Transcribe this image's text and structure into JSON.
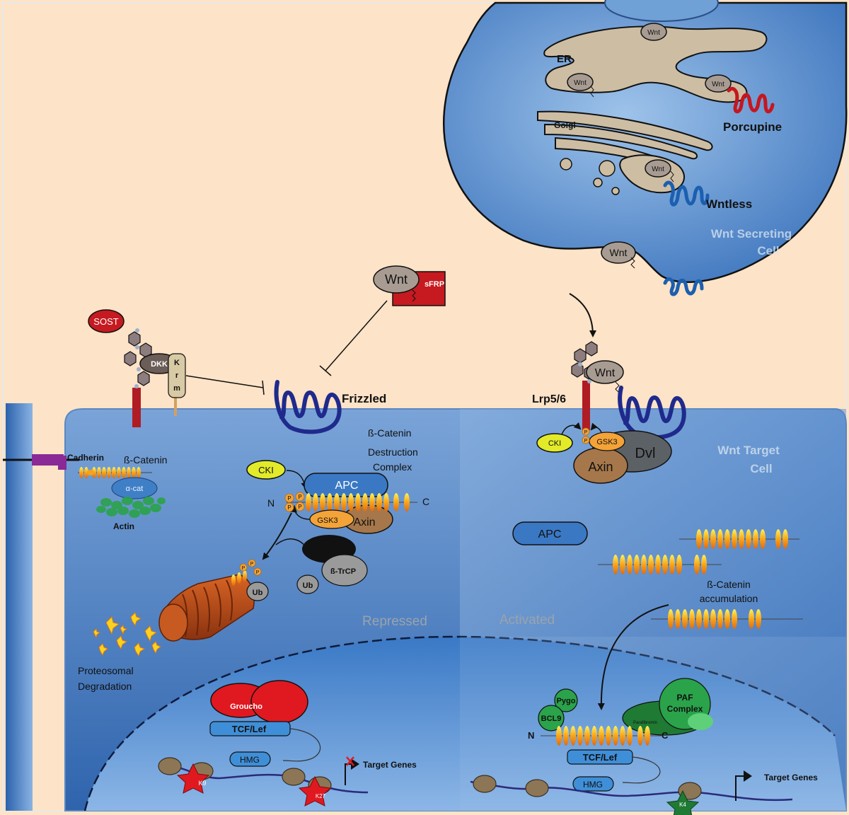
{
  "labels": {
    "er": "ER",
    "golgi": "Golgi",
    "porcupine": "Porcupine",
    "wntless": "Wntless",
    "secreting_cell": [
      "Wnt Secreting",
      "Cell"
    ],
    "target_cell": [
      "Wnt Target",
      "Cell"
    ],
    "frizzled": "Frizzled",
    "lrp": "Lrp5/6",
    "sost": "SOST",
    "dkk": "DKK",
    "krm": [
      "K",
      "r",
      "m"
    ],
    "sfrp": "sFRP",
    "wnt": "Wnt",
    "cadherin": "Cadherin",
    "b_catenin": "ß-Catenin",
    "alpha_cat": "α-cat",
    "actin": "Actin",
    "destruction_complex": [
      "ß-Catenin",
      "Destruction",
      "Complex"
    ],
    "cki": "CKI",
    "apc": "APC",
    "gsk3": "GSK3",
    "axin": "Axin",
    "dvl": "Dvl",
    "n_term": "N",
    "c_term": "C",
    "p": "P",
    "ub": "Ub",
    "btrcp": "ß-TrCP",
    "proteosomal": [
      "Proteosomal",
      "Degradation"
    ],
    "repressed": "Repressed",
    "activated": "Activated",
    "accumulation": [
      "ß-Catenin",
      "accumulation"
    ],
    "groucho": "Groucho",
    "tcf_lef": "TCF/Lef",
    "hmg": "HMG",
    "k9": "K9",
    "k27": "K27",
    "k4": "K4",
    "target_genes": "Target Genes",
    "pygo": "Pygo",
    "bcl9": "BCL9",
    "paf": [
      "PAF",
      "Complex"
    ],
    "parafibromin": "Parafibromin"
  },
  "colors": {
    "background": "#fde3c7",
    "cell_blue": "#3f78c0",
    "organelle": "#cdbda3",
    "wnt": "#a89c92",
    "red": "#b01c24",
    "dark_blue": "#1f2a8c",
    "orange_repeat": "#f6a21a",
    "cki_yellow": "#e2ea2a",
    "gsk3": "#f4a338",
    "axin": "#a6774a",
    "green": "#2aa34a"
  }
}
